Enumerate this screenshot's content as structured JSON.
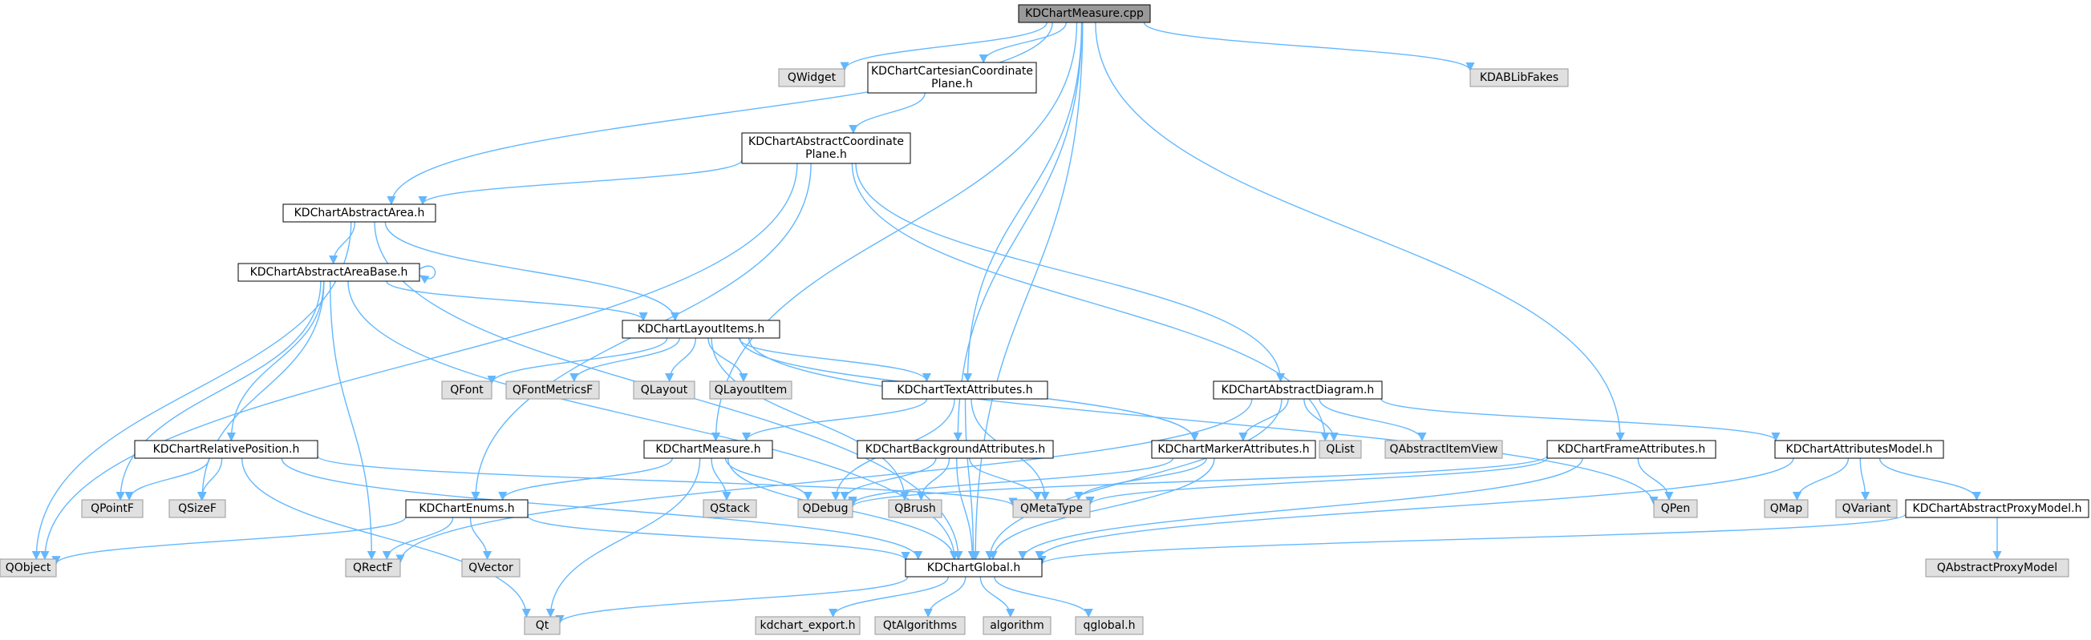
{
  "graph": {
    "root": "KDChartMeasure.cpp",
    "nodes": {
      "n_root": {
        "label": [
          "KDChartMeasure.cpp"
        ],
        "style": "root"
      },
      "n_qwidget": {
        "label": [
          "QWidget"
        ],
        "style": "external"
      },
      "n_ccp": {
        "label": [
          "KDChartCartesianCoordinate",
          "Plane.h"
        ],
        "style": "file"
      },
      "n_kdab": {
        "label": [
          "KDABLibFakes"
        ],
        "style": "external"
      },
      "n_acp": {
        "label": [
          "KDChartAbstractCoordinate",
          "Plane.h"
        ],
        "style": "file"
      },
      "n_aa": {
        "label": [
          "KDChartAbstractArea.h"
        ],
        "style": "file"
      },
      "n_aab": {
        "label": [
          "KDChartAbstractAreaBase.h"
        ],
        "style": "file"
      },
      "n_li": {
        "label": [
          "KDChartLayoutItems.h"
        ],
        "style": "file"
      },
      "n_qfont": {
        "label": [
          "QFont"
        ],
        "style": "external"
      },
      "n_qfm": {
        "label": [
          "QFontMetricsF"
        ],
        "style": "external"
      },
      "n_qlayout": {
        "label": [
          "QLayout"
        ],
        "style": "external"
      },
      "n_qli": {
        "label": [
          "QLayoutItem"
        ],
        "style": "external"
      },
      "n_ta": {
        "label": [
          "KDChartTextAttributes.h"
        ],
        "style": "file"
      },
      "n_ad": {
        "label": [
          "KDChartAbstractDiagram.h"
        ],
        "style": "file"
      },
      "n_rp": {
        "label": [
          "KDChartRelativePosition.h"
        ],
        "style": "file"
      },
      "n_meas": {
        "label": [
          "KDChartMeasure.h"
        ],
        "style": "file"
      },
      "n_ba": {
        "label": [
          "KDChartBackgroundAttributes.h"
        ],
        "style": "file"
      },
      "n_ma": {
        "label": [
          "KDChartMarkerAttributes.h"
        ],
        "style": "file"
      },
      "n_qlist": {
        "label": [
          "QList"
        ],
        "style": "external"
      },
      "n_qaiv": {
        "label": [
          "QAbstractItemView"
        ],
        "style": "external"
      },
      "n_fa": {
        "label": [
          "KDChartFrameAttributes.h"
        ],
        "style": "file"
      },
      "n_am": {
        "label": [
          "KDChartAttributesModel.h"
        ],
        "style": "file"
      },
      "n_qpointf": {
        "label": [
          "QPointF"
        ],
        "style": "external"
      },
      "n_qsizef": {
        "label": [
          "QSizeF"
        ],
        "style": "external"
      },
      "n_qstack": {
        "label": [
          "QStack"
        ],
        "style": "external"
      },
      "n_qdebug": {
        "label": [
          "QDebug"
        ],
        "style": "external"
      },
      "n_qbrush": {
        "label": [
          "QBrush"
        ],
        "style": "external"
      },
      "n_qmeta": {
        "label": [
          "QMetaType"
        ],
        "style": "external"
      },
      "n_qpen": {
        "label": [
          "QPen"
        ],
        "style": "external"
      },
      "n_qmap": {
        "label": [
          "QMap"
        ],
        "style": "external"
      },
      "n_qvariant": {
        "label": [
          "QVariant"
        ],
        "style": "external"
      },
      "n_apm": {
        "label": [
          "KDChartAbstractProxyModel.h"
        ],
        "style": "file"
      },
      "n_enums": {
        "label": [
          "KDChartEnums.h"
        ],
        "style": "file"
      },
      "n_qobject": {
        "label": [
          "QObject"
        ],
        "style": "external"
      },
      "n_qrectf": {
        "label": [
          "QRectF"
        ],
        "style": "external"
      },
      "n_qvector": {
        "label": [
          "QVector"
        ],
        "style": "external"
      },
      "n_global": {
        "label": [
          "KDChartGlobal.h"
        ],
        "style": "file"
      },
      "n_qapm": {
        "label": [
          "QAbstractProxyModel"
        ],
        "style": "external"
      },
      "n_qt": {
        "label": [
          "Qt"
        ],
        "style": "external"
      },
      "n_export": {
        "label": [
          "kdchart_export.h"
        ],
        "style": "external"
      },
      "n_qtalgo": {
        "label": [
          "QtAlgorithms"
        ],
        "style": "external"
      },
      "n_algo": {
        "label": [
          "algorithm"
        ],
        "style": "external"
      },
      "n_qglobal": {
        "label": [
          "qglobal.h"
        ],
        "style": "external"
      }
    },
    "edges": [
      [
        "n_root",
        "n_qwidget"
      ],
      [
        "n_root",
        "n_ccp"
      ],
      [
        "n_root",
        "n_kdab"
      ],
      [
        "n_root",
        "n_aa"
      ],
      [
        "n_root",
        "n_meas"
      ],
      [
        "n_root",
        "n_ta"
      ],
      [
        "n_root",
        "n_ba"
      ],
      [
        "n_root",
        "n_fa"
      ],
      [
        "n_root",
        "n_global"
      ],
      [
        "n_ccp",
        "n_acp"
      ],
      [
        "n_acp",
        "n_aa"
      ],
      [
        "n_acp",
        "n_qobject"
      ],
      [
        "n_acp",
        "n_enums"
      ],
      [
        "n_acp",
        "n_qlist"
      ],
      [
        "n_acp",
        "n_ad"
      ],
      [
        "n_aa",
        "n_aab"
      ],
      [
        "n_aa",
        "n_qobject"
      ],
      [
        "n_aa",
        "n_li"
      ],
      [
        "n_aa",
        "n_global"
      ],
      [
        "n_aab",
        "n_aab"
      ],
      [
        "n_aab",
        "n_li"
      ],
      [
        "n_aab",
        "n_qpointf"
      ],
      [
        "n_aab",
        "n_qsizef"
      ],
      [
        "n_aab",
        "n_rp"
      ],
      [
        "n_aab",
        "n_qrectf"
      ],
      [
        "n_aab",
        "n_global"
      ],
      [
        "n_li",
        "n_qfont"
      ],
      [
        "n_li",
        "n_qfm"
      ],
      [
        "n_li",
        "n_qlayout"
      ],
      [
        "n_li",
        "n_qli"
      ],
      [
        "n_li",
        "n_ta"
      ],
      [
        "n_li",
        "n_qbrush"
      ],
      [
        "n_li",
        "n_ma"
      ],
      [
        "n_li",
        "n_qpen"
      ],
      [
        "n_ta",
        "n_meas"
      ],
      [
        "n_ta",
        "n_qdebug"
      ],
      [
        "n_ta",
        "n_qmeta"
      ],
      [
        "n_ta",
        "n_global"
      ],
      [
        "n_ad",
        "n_qrectf"
      ],
      [
        "n_ad",
        "n_ma"
      ],
      [
        "n_ad",
        "n_qlist"
      ],
      [
        "n_ad",
        "n_qaiv"
      ],
      [
        "n_ad",
        "n_am"
      ],
      [
        "n_ad",
        "n_global"
      ],
      [
        "n_rp",
        "n_qpointf"
      ],
      [
        "n_rp",
        "n_qsizef"
      ],
      [
        "n_rp",
        "n_qmeta"
      ],
      [
        "n_rp",
        "n_qt"
      ],
      [
        "n_rp",
        "n_global"
      ],
      [
        "n_meas",
        "n_enums"
      ],
      [
        "n_meas",
        "n_qstack"
      ],
      [
        "n_meas",
        "n_qdebug"
      ],
      [
        "n_meas",
        "n_qt"
      ],
      [
        "n_meas",
        "n_global"
      ],
      [
        "n_ba",
        "n_qdebug"
      ],
      [
        "n_ba",
        "n_qbrush"
      ],
      [
        "n_ba",
        "n_qmeta"
      ],
      [
        "n_ba",
        "n_global"
      ],
      [
        "n_ma",
        "n_qdebug"
      ],
      [
        "n_ma",
        "n_qmeta"
      ],
      [
        "n_ma",
        "n_global"
      ],
      [
        "n_fa",
        "n_qpen"
      ],
      [
        "n_fa",
        "n_qdebug"
      ],
      [
        "n_fa",
        "n_qmeta"
      ],
      [
        "n_fa",
        "n_global"
      ],
      [
        "n_am",
        "n_qmap"
      ],
      [
        "n_am",
        "n_qvariant"
      ],
      [
        "n_am",
        "n_apm"
      ],
      [
        "n_am",
        "n_global"
      ],
      [
        "n_apm",
        "n_qapm"
      ],
      [
        "n_apm",
        "n_global"
      ],
      [
        "n_enums",
        "n_qobject"
      ],
      [
        "n_enums",
        "n_qrectf"
      ],
      [
        "n_enums",
        "n_qvector"
      ],
      [
        "n_enums",
        "n_global"
      ],
      [
        "n_global",
        "n_qt"
      ],
      [
        "n_global",
        "n_export"
      ],
      [
        "n_global",
        "n_qtalgo"
      ],
      [
        "n_global",
        "n_algo"
      ],
      [
        "n_global",
        "n_qglobal"
      ]
    ],
    "colors": {
      "edge": "#63b8ff",
      "root_fill": "#999999",
      "file_fill": "#ffffff",
      "external_fill": "#e0e0e0",
      "file_border": "#000000",
      "external_border": "#999999",
      "text": "#000000"
    }
  }
}
